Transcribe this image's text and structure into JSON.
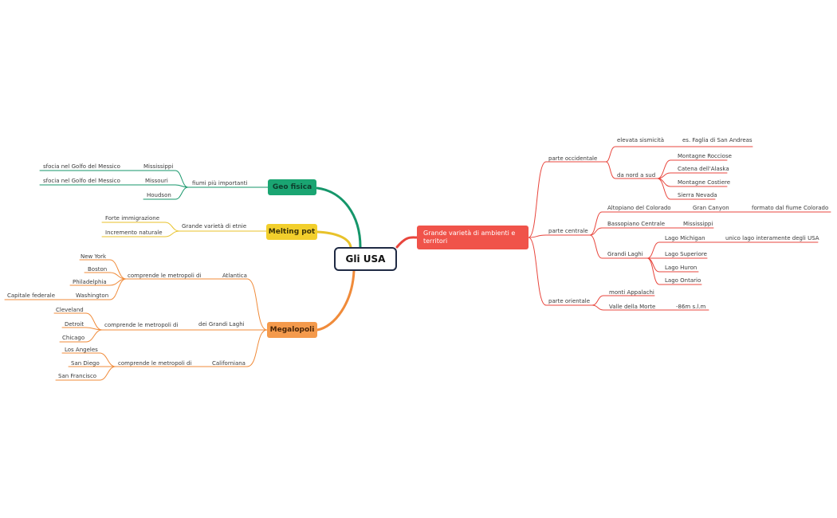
{
  "root": "Gli USA",
  "colors": {
    "red": "#e8453c",
    "green": "#15966a",
    "yellow": "#e8c22a",
    "orange": "#f08b3a",
    "root_border": "#1f2a44"
  },
  "branches": {
    "ambienti": {
      "title": "Grande varietà di ambienti e territori",
      "occidentale": {
        "label": "parte occidentale",
        "sismicita": "elevata sismicità",
        "faglia": "es. Faglia di San Andreas",
        "nord_sud": "da nord a sud",
        "catene": [
          "Montagne Rocciose",
          "Catena dell'Alaska",
          "Montagne Costiere",
          "Sierra Nevada"
        ]
      },
      "centrale": {
        "label": "parte centrale",
        "altopiano": "Altopiano del Colorado",
        "grand_canyon": "Gran Canyon",
        "fiume": "formato dal fiume Colorado",
        "bassopiano": "Bassopiano Centrale",
        "mississippi": "Mississippi",
        "grandi_laghi": "Grandi Laghi",
        "laghi": [
          "Lago Michigan",
          "Lago Superiore",
          "Lago Huron",
          "Lago Ontario"
        ],
        "michigan_note": "unico lago interamente degli USA"
      },
      "orientale": {
        "label": "parte orientale",
        "appalachi": "monti Appalachi",
        "valle": "Valle della Morte",
        "quota": "-86m s.l.m"
      }
    },
    "geo": {
      "title": "Geo fisica",
      "fiumi": "fiumi più importanti",
      "rivers": [
        "Mississippi",
        "Missouri",
        "Houdson"
      ],
      "foce": "sfocia nel Golfo del Messico"
    },
    "melting": {
      "title": "Melting pot",
      "etnie": "Grande varietà di etnie",
      "items": [
        "Forte immigrazione",
        "Incremento naturale"
      ]
    },
    "mega": {
      "title": "Megalopoli",
      "comprende": "comprende le metropoli di",
      "atlantica": {
        "label": "Atlantica",
        "cities": [
          "New York",
          "Boston",
          "Philadelphia",
          "Washington"
        ],
        "capitale": "Capitale federale"
      },
      "laghi": {
        "label": "dei Grandi Laghi",
        "cities": [
          "Cleveland",
          "Detroit",
          "Chicago"
        ]
      },
      "california": {
        "label": "Californiana",
        "cities": [
          "Los Angeles",
          "San Diego",
          "San Francisco"
        ]
      }
    }
  }
}
